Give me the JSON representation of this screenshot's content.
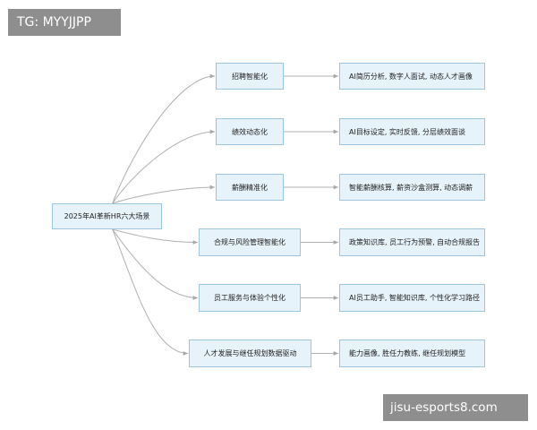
{
  "watermarks": {
    "top_left": "TG: MYYJJPP",
    "bottom_right": "jisu-esports8.com"
  },
  "diagram": {
    "root": "2025年AI革新HR六大场景",
    "branches": [
      {
        "title": "招聘智能化",
        "detail": "AI简历分析, 数字人面试, 动态人才画像"
      },
      {
        "title": "绩效动态化",
        "detail": "AI目标设定, 实时反馈, 分层绩效面谈"
      },
      {
        "title": "薪酬精准化",
        "detail": "智能薪酬核算, 薪资沙盒测算, 动态调薪"
      },
      {
        "title": "合规与风险管理智能化",
        "detail": "政策知识库, 员工行为预警, 自动合规报告"
      },
      {
        "title": "员工服务与体验个性化",
        "detail": "AI员工助手, 智能知识库, 个性化学习路径"
      },
      {
        "title": "人才发展与继任规划数据驱动",
        "detail": "能力画像, 胜任力教练, 继任规划模型"
      }
    ]
  },
  "colors": {
    "node_fill": "#e7f3fb",
    "node_border": "#9fc5df",
    "connector": "#b0b0b0",
    "watermark_bg": "#8e8e8e"
  }
}
